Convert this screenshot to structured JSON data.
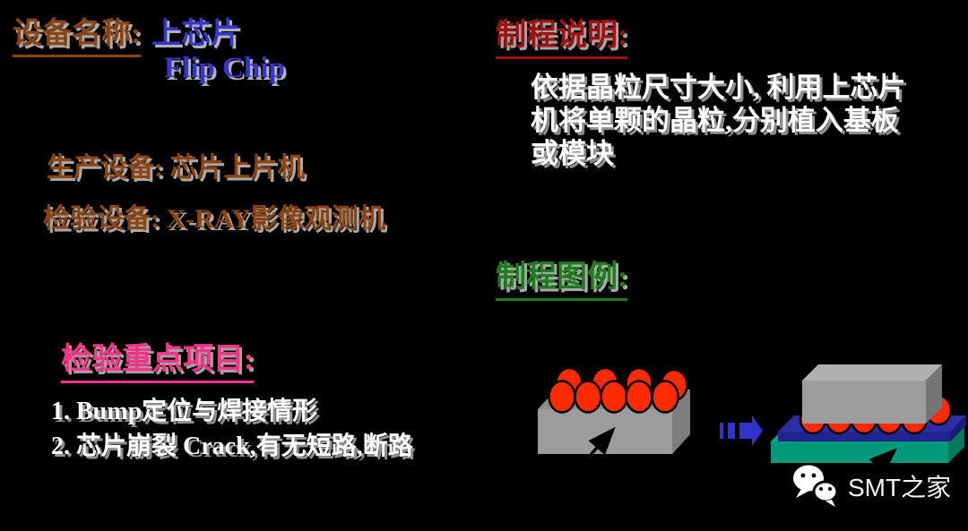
{
  "header": {
    "equipment_label": "设备名称:",
    "equipment_name_cn": "上芯片",
    "equipment_name_en": "Flip Chip"
  },
  "equipment": {
    "production": "生产设备: 芯片上片机",
    "inspection": "检验设备: X-RAY影像观测机"
  },
  "process_description": {
    "heading": "制程说明:",
    "lines": [
      "依据晶粒尺寸大小, 利用上芯片",
      "机将单颗的晶粒,分别植入基板",
      "或模块"
    ]
  },
  "process_illustration": {
    "heading": "制程图例:"
  },
  "inspection_points": {
    "heading": "检验重点项目:",
    "items": [
      "1. Bump定位与焊接情形",
      "2. 芯片崩裂 Crack,有无短路,断路"
    ]
  },
  "watermark": {
    "icon": "wechat-icon",
    "text": "SMT之家"
  },
  "diagram": {
    "left_figure": "bare-die-with-solder-bumps",
    "middle_icon": "striped-right-arrow",
    "right_figure": "die-mounted-on-substrate"
  },
  "colors": {
    "background": "#000000",
    "title_brown": "#8B4513",
    "title_blue": "#3636CE",
    "heading_red": "#9E1212",
    "heading_green": "#1E7E1E",
    "heading_pink": "#FF3388",
    "body_white": "#FFFFFF",
    "text_shadow_gray": "#A0A0A0",
    "bump_red": "#FF2B00",
    "die_gray": "#9C9C9C",
    "substrate_blue": "#232390",
    "substrate_green": "#00997A",
    "process_arrow_blue": "#3232CC"
  }
}
